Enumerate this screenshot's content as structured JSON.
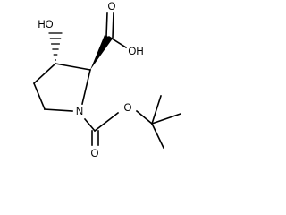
{
  "molecule": {
    "atoms": {
      "hydroxyl": "HO",
      "acid_hydroxyl": "OH",
      "acid_carbonyl_oxygen": "O",
      "ring_nitrogen": "N",
      "carbamate_carbonyl_oxygen": "O",
      "ester_oxygen": "O"
    }
  }
}
